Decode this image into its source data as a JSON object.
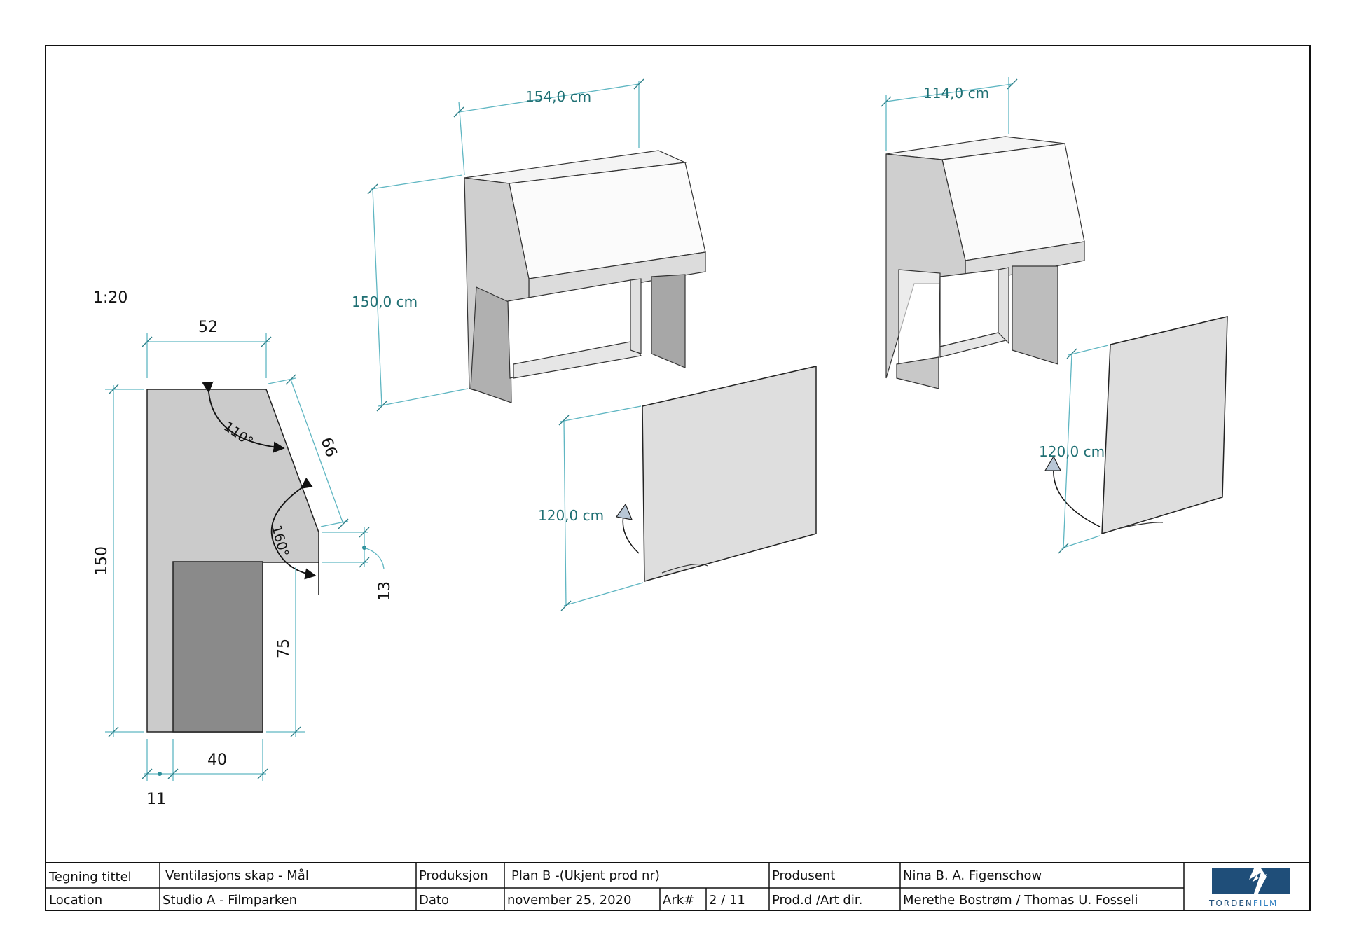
{
  "drawing": {
    "scale": "1:20",
    "section": {
      "top_width": "52",
      "height": "150",
      "slant_length": "66",
      "angle_top": "110°",
      "angle_mid": "160°",
      "lip": "13",
      "opening_height": "75",
      "bottom_width": "40",
      "bottom_offset": "11"
    },
    "view1": {
      "width": "154,0 cm",
      "height": "150,0 cm",
      "panel_height": "120,0 cm"
    },
    "view2": {
      "width": "114,0 cm",
      "panel_height": "120,0 cm"
    }
  },
  "title_block": {
    "drawing_title_label": "Tegning tittel",
    "drawing_title_value": "Ventilasjons skap - Mål",
    "production_label": "Produksjon",
    "production_value": "Plan B -(Ukjent prod nr)",
    "producer_label": "Produsent",
    "producer_value": "Nina B. A. Figenschow",
    "location_label": "Location",
    "location_value": "Studio A - Filmparken",
    "date_label": "Dato",
    "date_value": "november 25, 2020",
    "sheet_label": "Ark#",
    "sheet_value": "2 / 11",
    "artdir_label": "Prod.d /Art dir.",
    "artdir_value": "Merethe Bostrøm / Thomas U. Fosseli",
    "logo_text_a": "TORDEN",
    "logo_text_b": "FILM",
    "logo_color": "#1f4e79"
  }
}
